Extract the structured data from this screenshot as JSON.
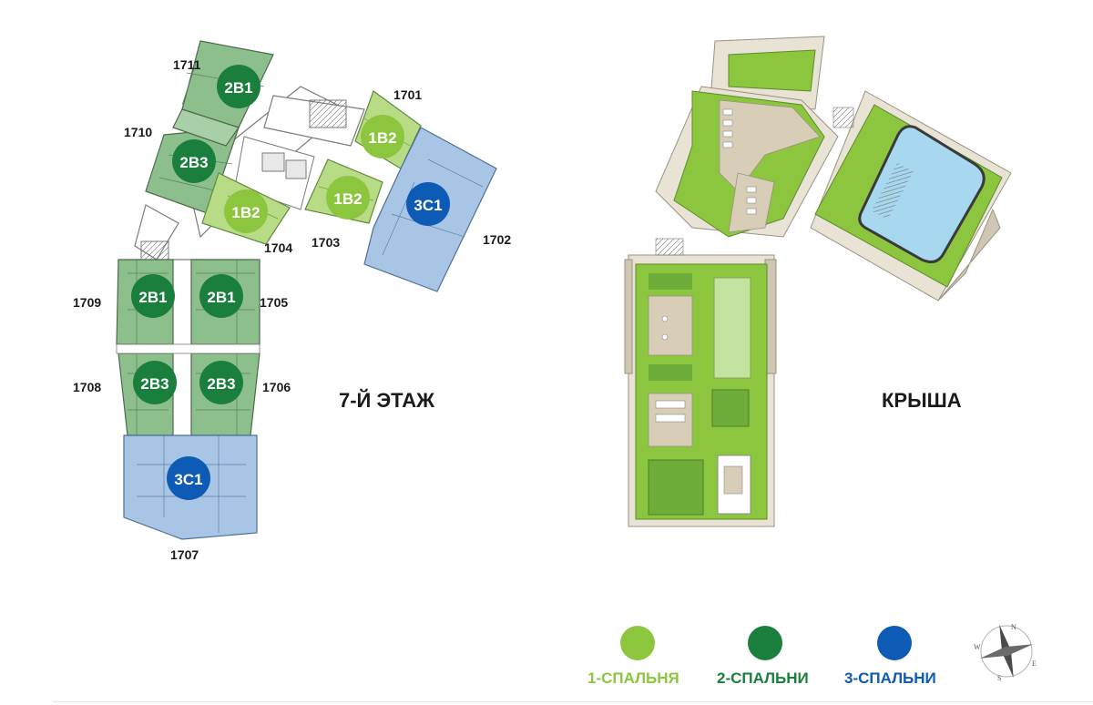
{
  "floor_plan": {
    "title": "7-Й ЭТАЖ",
    "units": [
      {
        "id": "1711",
        "type": "2B1"
      },
      {
        "id": "1710",
        "type": "2B3"
      },
      {
        "id": "1701",
        "type": "1B2"
      },
      {
        "id": "1702",
        "type": "3C1"
      },
      {
        "id": "1703",
        "type": "1B2"
      },
      {
        "id": "1704",
        "type": "1B2"
      },
      {
        "id": "1709",
        "type": "2B1"
      },
      {
        "id": "1705",
        "type": "2B1"
      },
      {
        "id": "1708",
        "type": "2B3"
      },
      {
        "id": "1706",
        "type": "2B3"
      },
      {
        "id": "1707",
        "type": "3C1"
      }
    ]
  },
  "roof_plan": {
    "title": "КРЫША"
  },
  "legend": [
    {
      "label": "1-СПАЛЬНЯ",
      "color": "#8cc63f"
    },
    {
      "label": "2-СПАЛЬНИ",
      "color": "#1a7f3c"
    },
    {
      "label": "3-СПАЛЬНИ",
      "color": "#0d5bb5"
    }
  ],
  "compass": {
    "n": "N",
    "e": "E",
    "s": "S",
    "w": "W"
  },
  "colors": {
    "two_bed_fill": "#8dbf8d",
    "one_bed_fill": "#b8dc86",
    "three_bed_fill": "#a9c5e6",
    "roof_green": "#8cc63f",
    "roof_beige": "#d8cdb7",
    "pool": "#a7d8f0"
  }
}
